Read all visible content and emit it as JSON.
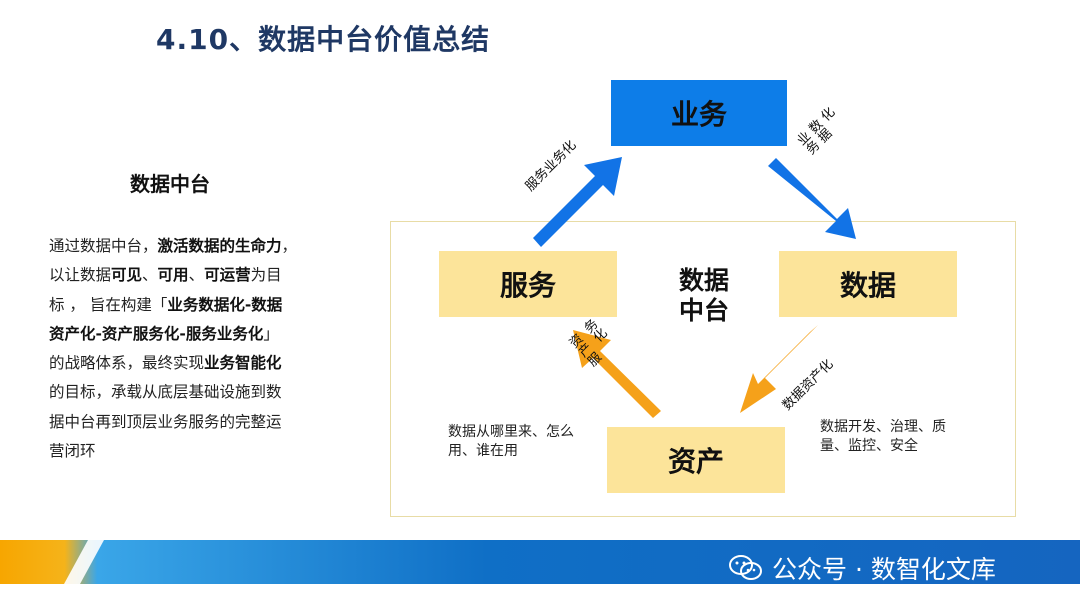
{
  "title": "4.10、数据中台价值总结",
  "subtitle": "数据中台",
  "description": {
    "lines": [
      [
        {
          "t": "通过数据中台，",
          "b": false
        },
        {
          "t": "激活数据的生命力",
          "b": true
        },
        {
          "t": "，",
          "b": false
        }
      ],
      [
        {
          "t": "以让数据",
          "b": false
        },
        {
          "t": "可见",
          "b": true
        },
        {
          "t": "、",
          "b": false
        },
        {
          "t": "可用",
          "b": true
        },
        {
          "t": "、",
          "b": false
        },
        {
          "t": "可运营",
          "b": true
        },
        {
          "t": "为目",
          "b": false
        }
      ],
      [
        {
          "t": "标 ， 旨在构建「",
          "b": false
        },
        {
          "t": "业务数据化-数据",
          "b": true
        }
      ],
      [
        {
          "t": "资产化-资产服务化-服务业务化",
          "b": true
        },
        {
          "t": "」",
          "b": false
        }
      ],
      [
        {
          "t": "的战略体系，最终实现",
          "b": false
        },
        {
          "t": "业务智能化",
          "b": true
        }
      ],
      [
        {
          "t": "的目标，承载从底层基础设施到数",
          "b": false
        }
      ],
      [
        {
          "t": "据中台再到顶层业务服务的完整运",
          "b": false
        }
      ],
      [
        {
          "t": "营闭环",
          "b": false
        }
      ]
    ]
  },
  "diagram": {
    "nodes": {
      "business": "业务",
      "service": "服务",
      "data": "数据",
      "asset": "资产"
    },
    "center_label_line1": "数据",
    "center_label_line2": "中台",
    "arrow_labels": {
      "service_to_business": "服务业务化",
      "business_to_data_col1": "业务",
      "business_to_data_col2": "数据",
      "business_to_data_col3": "化",
      "data_to_asset": "数据资产化",
      "asset_to_service_col1": "资产服",
      "asset_to_service_col2": "务化"
    },
    "notes": {
      "left": "数据从哪里来、怎么用、谁在用",
      "right": "数据开发、治理、质量、监控、安全"
    },
    "colors": {
      "blue": "#0d7de8",
      "yellow_box": "#fce49a",
      "orange_arrow": "#f5a11a",
      "blue_arrow": "#1273e6"
    }
  },
  "footer": {
    "watermark": "公众号 · 数智化文库"
  }
}
